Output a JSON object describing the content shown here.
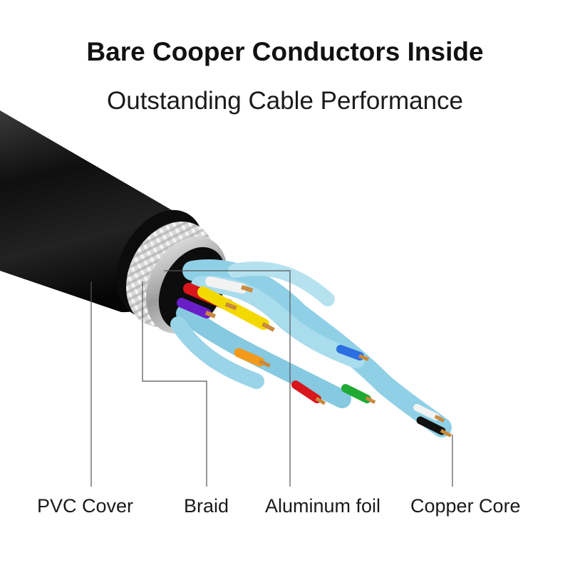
{
  "header": {
    "title": "Bare Cooper Conductors Inside",
    "subtitle": "Outstanding Cable Performance"
  },
  "callouts": [
    {
      "label": "PVC Cover"
    },
    {
      "label": "Braid"
    },
    {
      "label": "Aluminum foil"
    },
    {
      "label": "Copper Core"
    }
  ],
  "colors": {
    "jacket": "#1b1b1b",
    "foil": "#bfe6f2",
    "wire_red": "#d8161b",
    "wire_yellow": "#f3d900",
    "wire_purple": "#6a1ec7",
    "wire_orange": "#f39a1c",
    "wire_blue": "#2b6fe3",
    "wire_green": "#1faa33",
    "wire_black": "#111111",
    "copper": "#c98a3d"
  }
}
